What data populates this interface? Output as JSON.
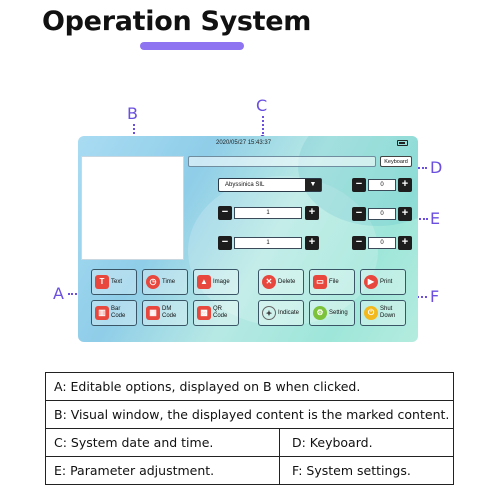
{
  "page": {
    "title": "Operation System"
  },
  "callouts": {
    "a": "A",
    "b": "B",
    "c": "C",
    "d": "D",
    "e": "E",
    "f": "F"
  },
  "screen": {
    "datetime": "2020/05/27 15:43:37",
    "keyboard_label": "Keyboard",
    "font_select": "Abyssinica SIL",
    "steppers_left": [
      "1",
      "1"
    ],
    "steppers_right": [
      "0",
      "0",
      "0"
    ],
    "minus_symbol": "−",
    "plus_symbol": "+",
    "dropdown_symbol": "▼",
    "tiles": [
      {
        "label": "Text",
        "icon": "text-icon",
        "color": "#e8473d"
      },
      {
        "label": "Time",
        "icon": "clock-icon",
        "color": "#e8473d"
      },
      {
        "label": "Image",
        "icon": "image-icon",
        "color": "#e8473d"
      },
      {
        "label": "Delete",
        "icon": "delete-icon",
        "color": "#e8473d"
      },
      {
        "label": "File",
        "icon": "folder-icon",
        "color": "#e8473d"
      },
      {
        "label": "Print",
        "icon": "play-icon",
        "color": "#e8473d"
      },
      {
        "label": "Bar\nCode",
        "icon": "barcode-icon",
        "color": "#e8473d"
      },
      {
        "label": "DM\nCode",
        "icon": "dm-code-icon",
        "color": "#e8473d"
      },
      {
        "label": "QR\nCode",
        "icon": "qr-code-icon",
        "color": "#e8473d"
      },
      {
        "label": "Indicate",
        "icon": "bulb-icon",
        "color": "#e0a020"
      },
      {
        "label": "Setting",
        "icon": "gear-icon",
        "color": "#7cc23a"
      },
      {
        "label": "Shut\nDown",
        "icon": "power-icon",
        "color": "#f2b81c"
      }
    ]
  },
  "legend": {
    "a": "A: Editable options, displayed on B when clicked.",
    "b": "B: Visual window, the displayed content is the marked content.",
    "c": "C: System date and time.",
    "d": "D: Keyboard.",
    "e": "E: Parameter adjustment.",
    "f": "F: System settings."
  },
  "colors": {
    "accent": "#6a4fe0",
    "underline": "#7b5cf0"
  }
}
